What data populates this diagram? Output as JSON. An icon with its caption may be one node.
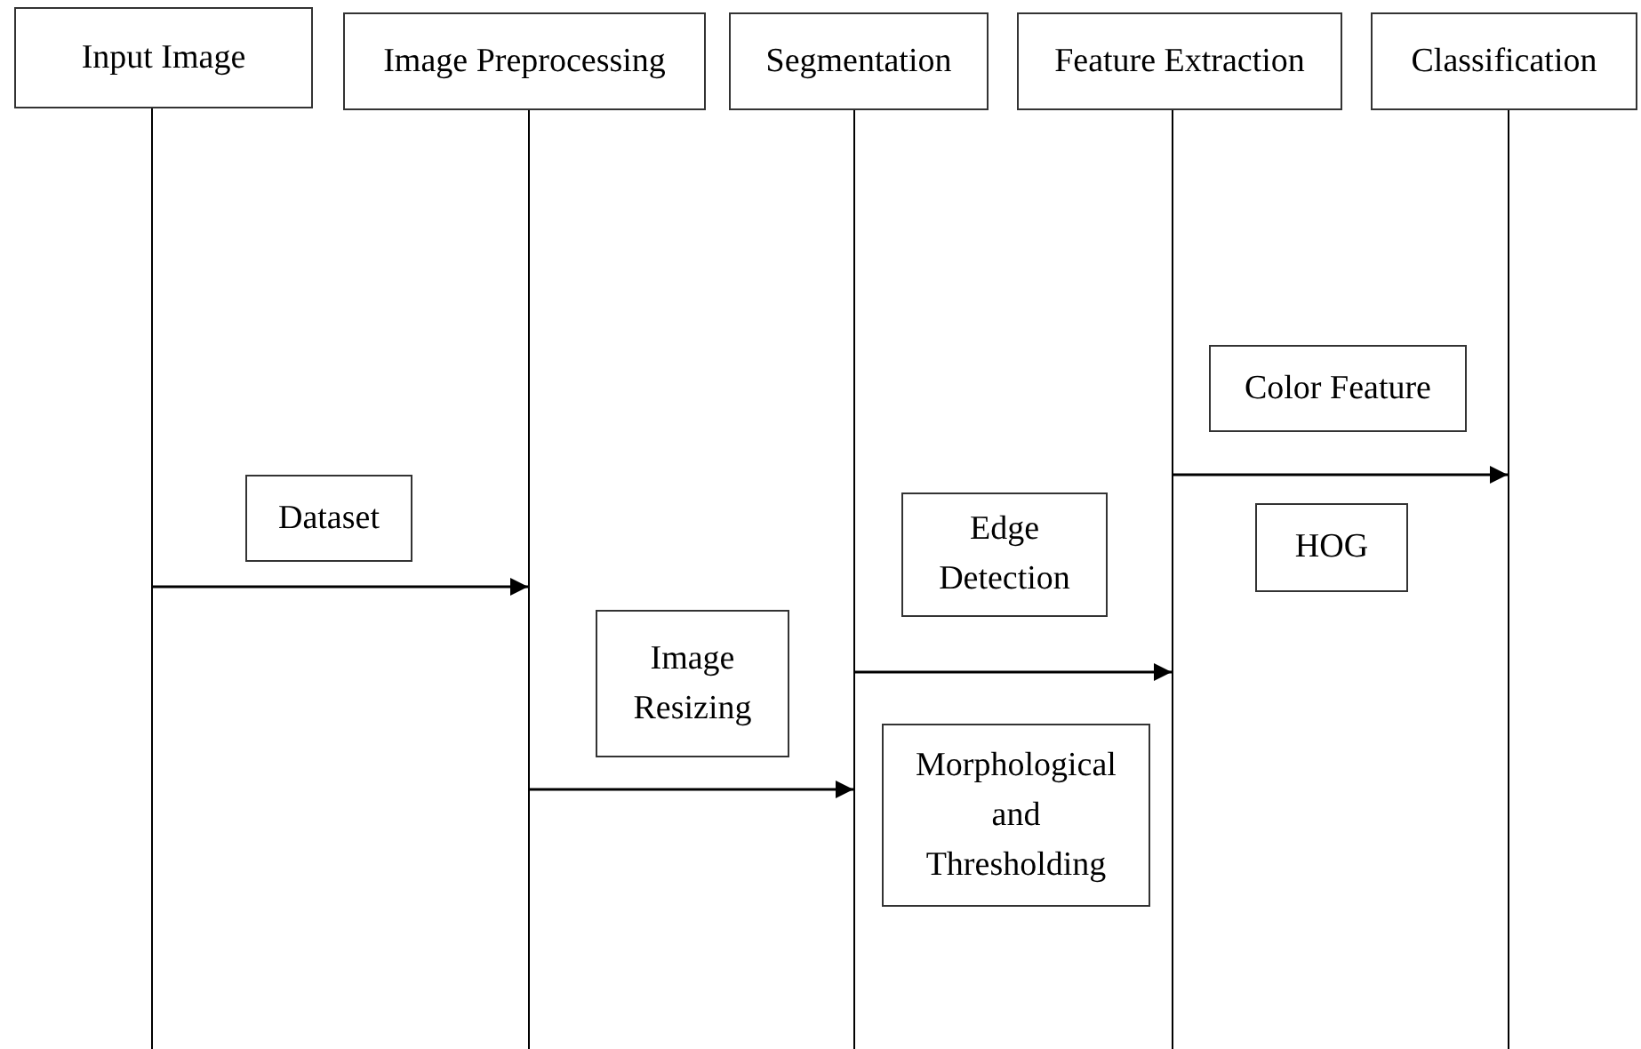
{
  "diagram": {
    "nodes": [
      {
        "text": [
          "Input Image"
        ]
      },
      {
        "text": [
          "Image Preprocessing"
        ]
      },
      {
        "text": [
          "Segmentation"
        ]
      },
      {
        "text": [
          "Feature Extraction"
        ]
      },
      {
        "text": [
          "Classification"
        ]
      },
      {
        "text": [
          "Color Feature"
        ]
      },
      {
        "text": [
          "Dataset"
        ]
      },
      {
        "text": [
          "Edge Detection"
        ]
      },
      {
        "text": [
          "HOG"
        ]
      },
      {
        "text": [
          "Image Resizing"
        ]
      },
      {
        "text": [
          "Morphological and Thresholding"
        ]
      },
      {
        "text": [],
        "shape": "line"
      },
      {
        "text": [],
        "shape": "line"
      },
      {
        "text": [],
        "shape": "line"
      },
      {
        "text": [],
        "shape": "line"
      },
      {
        "text": [],
        "shape": "line"
      }
    ],
    "edges": [
      {
        "from": 11,
        "to": 12,
        "arrow": "to"
      },
      {
        "from": 12,
        "to": 13,
        "arrow": "to"
      },
      {
        "from": 13,
        "to": 14,
        "arrow": "to"
      },
      {
        "from": 14,
        "to": 15,
        "arrow": "to"
      }
    ]
  }
}
